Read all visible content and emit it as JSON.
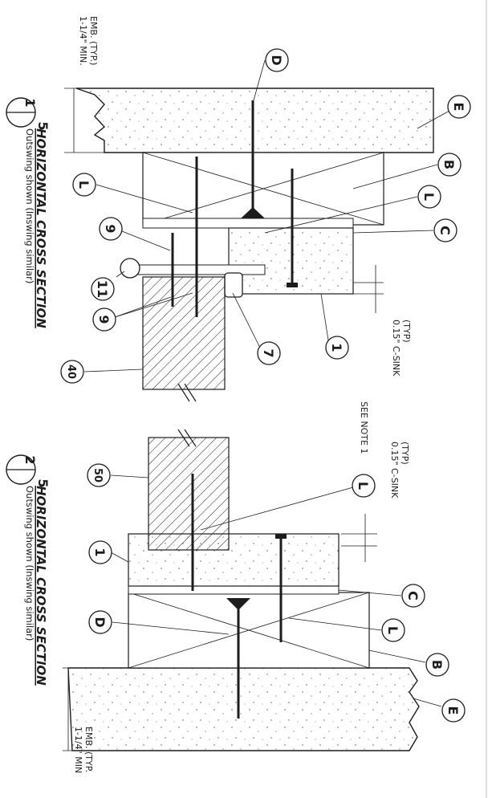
{
  "details": [
    {
      "id": "detail-1",
      "title": "HORIZONTAL CROSS SECTION",
      "subtitle": "Outswing shown (Inswing similar)",
      "detail_number": "1",
      "sheet_number": "5",
      "embed_note": "1-1/4\" MIN.\nEMB. (TYP.)",
      "csink_note": "0.15\" C-SINK\n(TYP)",
      "callouts": [
        "D",
        "E",
        "B",
        "L",
        "L",
        "C",
        "9",
        "11",
        "9",
        "7",
        "1",
        "40"
      ]
    },
    {
      "id": "detail-2",
      "title": "HORIZONTAL CROSS SECTION",
      "subtitle": "Outswing shown (Inswing similar)",
      "detail_number": "2",
      "sheet_number": "5",
      "embed_note": "1-1/4\" MIN\nEMB. (TYP.",
      "csink_note": "0.15\" C-SINK\n(TYP)",
      "see_note": "SEE NOTE 1",
      "callouts": [
        "50",
        "L",
        "1",
        "C",
        "D",
        "L",
        "B",
        "E"
      ]
    }
  ],
  "colors": {
    "ink": "#1c1c1c",
    "paper": "#ffffff",
    "concrete": "#f4f4f4"
  }
}
